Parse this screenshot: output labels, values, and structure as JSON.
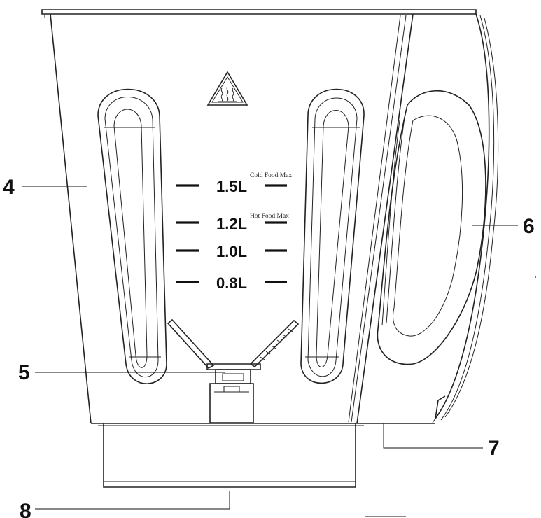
{
  "callouts": [
    "4",
    "5",
    "6",
    "7",
    "8"
  ],
  "scale": {
    "levels": [
      "1.5L",
      "1.2L",
      "1.0L",
      "0.8L"
    ],
    "cold_food_max": "Cold Food Max",
    "hot_food_max": "Hot Food Max"
  },
  "icons": [
    "hot-surface-warning-icon"
  ]
}
